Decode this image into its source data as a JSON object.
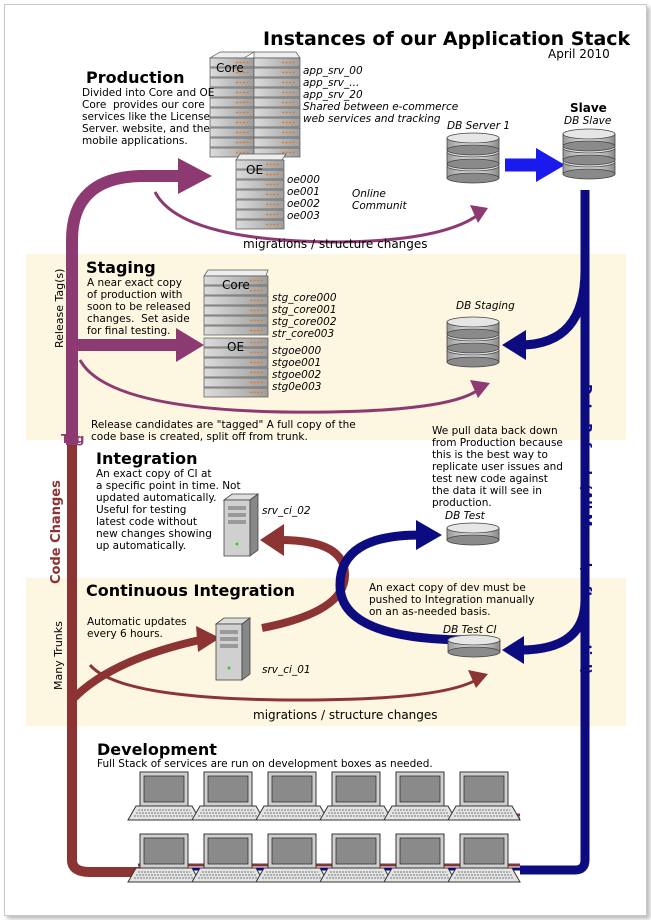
{
  "title": "Instances of our Application Stack",
  "date": "April 2010",
  "production": {
    "heading": "Production",
    "description": "Divided into Core and OE\nCore  provides our core\nservices like the License\nServer. website, and the\nmobile applications.",
    "core_label": "Core",
    "oe_label": "OE",
    "core_servers": "app_srv_00\napp_srv_...\napp_srv_20\nShared between e-commerce\nweb services and tracking",
    "oe_servers": "oe000\noe001\noe002\noe003",
    "online_community": "Online\nCommunit",
    "db_server": "DB Server 1",
    "slave_heading": "Slave",
    "db_slave": "DB Slave",
    "migrations": "migrations / structure changes"
  },
  "staging": {
    "heading": "Staging",
    "description": "A near exact copy\nof production with\nsoon to be released\nchanges.  Set aside\nfor final testing.",
    "core_label": "Core",
    "oe_label": "OE",
    "core_servers": "stg_core000\nstg_core001\nstg_core002\nstr_core003",
    "oe_servers": "stgoe000\nstgoe001\nstgoe002\nstg0e003",
    "db": "DB Staging",
    "release_note": "Release candidates are \"tagged\" A full copy of the\ncode base is created, split off from trunk."
  },
  "integration": {
    "heading": "Integration",
    "description": "An exact copy of CI at\na specific point in time. Not\nupdated automatically.\nUseful for testing\nlatest code without\nnew changes showing\nup automatically.",
    "server": "srv_ci_02",
    "db": "DB Test",
    "pull_note": "We pull data back down\nfrom Production because\nthis is the best way to\nreplicate user issues and\ntest new code against\nthe data it will see in\nproduction."
  },
  "ci": {
    "heading": "Continuous Integration",
    "description": "Automatic updates\nevery 6 hours.",
    "server": "srv_ci_01",
    "db": "DB Test CI",
    "push_note": "An exact copy of dev must be\npushed to Integration manually\non an as-needed basis.",
    "migrations": "migrations / structure changes"
  },
  "development": {
    "heading": "Development",
    "description": "Full Stack of services are run on development boxes as needed.",
    "laptop_count": 12
  },
  "side_labels": {
    "release_tags": "Release Tag(s)",
    "tag": "Tag",
    "code_changes": "Code Changes",
    "many_trunks": "Many Trunks",
    "data_refresh": "Data Refresh (All Manual, often partial)"
  },
  "colors": {
    "purple": "#8e3a72",
    "red": "#8c3434",
    "navy": "#0c0c80",
    "blue": "#1a1aee",
    "band": "#fdf6e0"
  }
}
